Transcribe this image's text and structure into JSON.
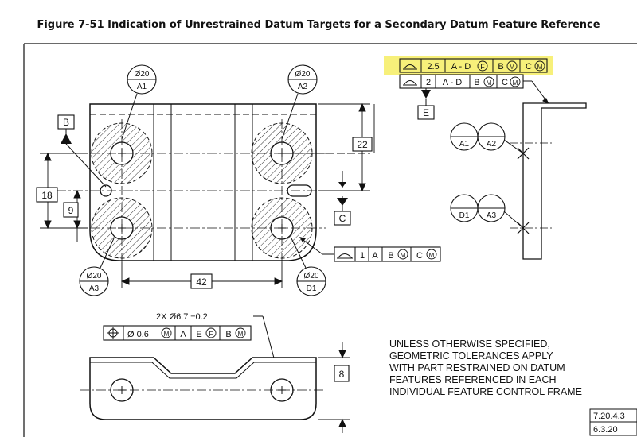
{
  "figure": {
    "title": "Figure 7-51 Indication of Unrestrained Datum Targets for a Secondary Datum Feature Reference"
  },
  "colors": {
    "line": "#1a1a1a",
    "highlight": "#f7f07a",
    "hatch": "#333333"
  },
  "datum_targets": {
    "a1": {
      "size": "Ø20",
      "label": "A1"
    },
    "a2": {
      "size": "Ø20",
      "label": "A2"
    },
    "a3": {
      "size": "Ø20",
      "label": "A3"
    },
    "d1": {
      "size": "Ø20",
      "label": "D1"
    }
  },
  "datum_labels": {
    "b": "B",
    "c": "C",
    "e": "E"
  },
  "dimensions": {
    "d22": "22",
    "d18": "18",
    "d9": "9",
    "d42": "42",
    "d8": "8"
  },
  "fcf_top_highlighted": {
    "tol": "2.5",
    "ref1": "A - D",
    "ref1_mod": "F",
    "ref2": "B",
    "ref2_mod": "M",
    "ref3": "C",
    "ref3_mod": "M"
  },
  "fcf_top": {
    "tol": "2",
    "ref1": "A - D",
    "ref2": "B",
    "ref2_mod": "M",
    "ref3": "C",
    "ref3_mod": "M"
  },
  "fcf_side": {
    "tol": "1",
    "ref1": "A",
    "ref2": "B",
    "ref2_mod": "M",
    "ref3": "C",
    "ref3_mod": "M"
  },
  "hole_callout": "2X Ø6.7 ±0.2",
  "position_fcf": {
    "tol": "Ø 0.6",
    "tol_mod": "M",
    "ref1": "A",
    "ref2": "E",
    "ref2_mod": "F",
    "ref3": "B",
    "ref3_mod": "M"
  },
  "note_lines": [
    "UNLESS OTHERWISE SPECIFIED,",
    "GEOMETRIC TOLERANCES APPLY",
    "WITH PART RESTRAINED ON DATUM",
    "FEATURES REFERENCED IN EACH",
    "INDIVIDUAL FEATURE CONTROL FRAME"
  ],
  "references": [
    "7.20.4.3",
    "6.3.20"
  ]
}
